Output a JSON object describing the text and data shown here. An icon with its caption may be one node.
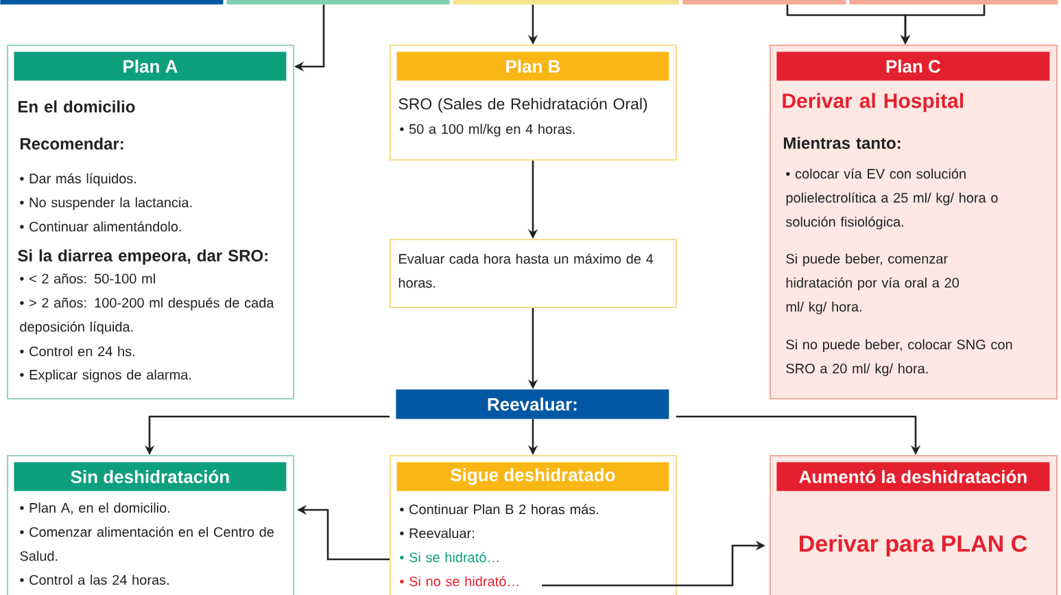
{
  "diagram": {
    "nodes": [
      {
        "text": [],
        "shape": "bar"
      },
      {
        "text": [],
        "shape": "bar"
      },
      {
        "text": [],
        "shape": "bar"
      },
      {
        "text": [],
        "shape": "bar"
      },
      {
        "text": [],
        "shape": "bar"
      },
      {
        "text": [
          "Plan A",
          "En el domicilio",
          "Recomendar:",
          "• Dar más líquidos.",
          "• No suspender la lactancia.",
          "• Continuar alimentándolo.",
          "Si la diarrea empeora, dar SRO:",
          "• < 2 años: 50-100 ml",
          "• > 2 años: 100-200 ml después de cada deposición líquida.",
          "• Control en 24 hs.",
          "• Explicar signos de alarma."
        ]
      },
      {
        "text": [
          "Plan B",
          "SRO (Sales de Rehidratación Oral)",
          "• 50 a 100 ml/kg en 4 horas."
        ]
      },
      {
        "text": [
          "Plan C",
          "Derivar al Hospital",
          "Mientras tanto:",
          "• colocar vía EV con solución polielectrolítica a 25 ml/ kg/ hora o solución fisiológica.",
          "Si puede beber, comenzar hidratación por vía oral a 20 ml/ kg/ hora.",
          "Si no puede beber, colocar SNG con SRO a 20 ml/ kg/ hora."
        ]
      },
      {
        "text": [
          "Evaluar cada hora hasta un máximo de 4 horas."
        ]
      },
      {
        "text": [
          "Reevaluar:"
        ]
      },
      {
        "text": [
          "Sin deshidratación",
          "• Plan A, en el domicilio.",
          "• Comenzar alimentación en el Centro de Salud.",
          "• Control a las 24 horas."
        ]
      },
      {
        "text": [
          "Sigue deshidratado",
          "• Continuar Plan B 2 horas más.",
          "• Reevaluar:",
          "• Si se hidrató…",
          "• Si no se hidrató…"
        ]
      },
      {
        "text": [
          "Aumentó la deshidratación",
          "Derivar para PLAN C"
        ]
      }
    ],
    "edges": [
      {
        "from": 1,
        "to": 5,
        "arrow": "to"
      },
      {
        "from": 2,
        "to": 6,
        "arrow": "to"
      },
      {
        "from": 3,
        "to": 7,
        "arrow": "to"
      },
      {
        "from": 4,
        "to": 7,
        "arrow": "to"
      },
      {
        "from": 6,
        "to": 8,
        "arrow": "to"
      },
      {
        "from": 8,
        "to": 9,
        "arrow": "to"
      },
      {
        "from": 9,
        "to": 10,
        "arrow": "to"
      },
      {
        "from": 9,
        "to": 11,
        "arrow": "to"
      },
      {
        "from": 9,
        "to": 12,
        "arrow": "to"
      },
      {
        "from": 11,
        "to": 10,
        "arrow": "to"
      },
      {
        "from": 11,
        "to": 12,
        "arrow": "to"
      }
    ]
  }
}
